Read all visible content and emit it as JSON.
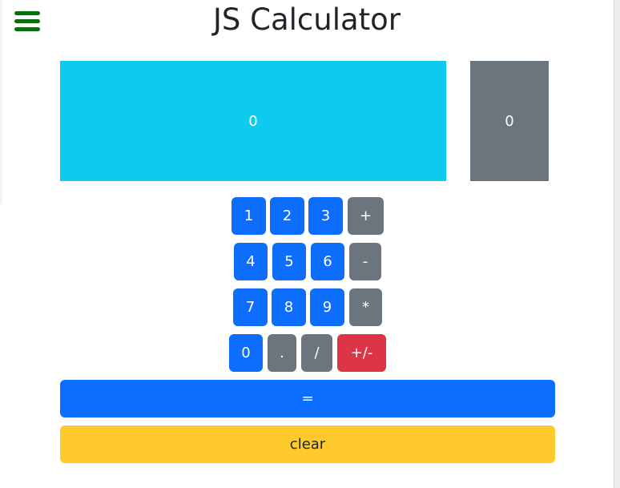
{
  "header": {
    "title": "JS Calculator",
    "menu_icon": "hamburger-menu-icon",
    "menu_icon_color": "#0a6e10"
  },
  "display": {
    "main_value": "0",
    "secondary_value": "0",
    "main_color": "#0dcaf0",
    "secondary_color": "#6c757d"
  },
  "keypad": {
    "rows": [
      [
        "1",
        "2",
        "3",
        "+"
      ],
      [
        "4",
        "5",
        "6",
        "-"
      ],
      [
        "7",
        "8",
        "9",
        "*"
      ],
      [
        "0",
        ".",
        "/",
        "+/-"
      ]
    ]
  },
  "actions": {
    "equals_label": "=",
    "clear_label": "clear"
  },
  "colors": {
    "primary": "#0d6efd",
    "secondary": "#6c757d",
    "danger": "#dc3545",
    "warning": "#ffca2c"
  }
}
